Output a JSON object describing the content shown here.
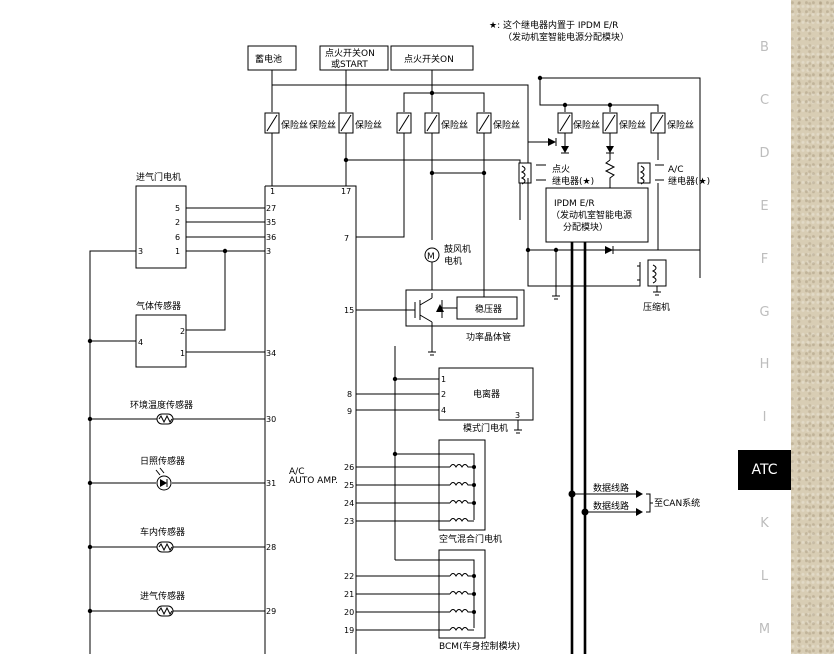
{
  "note": {
    "line1": "★: 这个继电器内置于 IPDM E/R",
    "line2": "（发动机室智能电源分配模块）"
  },
  "power": {
    "battery": "蓄电池",
    "ign_on_start_1": "点火开关ON",
    "ign_on_start_2": "或START",
    "ign_on": "点火开关ON"
  },
  "fuse_label": "保险丝",
  "components": {
    "intake_door_motor": "进气门电机",
    "gas_sensor": "气体传感器",
    "ambient_sensor": "环境温度传感器",
    "sunload_sensor": "日照传感器",
    "incar_sensor": "车内传感器",
    "intake_sensor": "进气传感器",
    "amp_1": "A/C",
    "amp_2": "AUTO AMP.",
    "blower_1": "鼓风机",
    "blower_2": "电机",
    "regulator": "稳压器",
    "power_transistor": "功率晶体管",
    "ionizer": "电离器",
    "mode_door_motor": "模式门电机",
    "air_mix_motor": "空气混合门电机",
    "bcm": "BCM(车身控制模块)",
    "ign_relay_1": "点火",
    "ign_relay_2": "继电器(★)",
    "ac_relay_1": "A/C",
    "ac_relay_2": "继电器(★)",
    "ipdm_1": "IPDM E/R",
    "ipdm_2": "（发动机室智能电源",
    "ipdm_3": "分配模块）",
    "compressor": "压缩机",
    "data_line_1": "数据线路",
    "data_line_2": "数据线路",
    "can_system": "至CAN系统"
  },
  "pins": {
    "p1": "1",
    "p17": "17",
    "p27": "27",
    "p35": "35",
    "p36": "36",
    "p3": "3",
    "p7": "7",
    "p34": "34",
    "p15": "15",
    "p30": "30",
    "p8": "8",
    "p9": "9",
    "p31": "31",
    "p26": "26",
    "p25": "25",
    "p24": "24",
    "p23": "23",
    "p28": "28",
    "p22": "22",
    "p21": "21",
    "p20": "20",
    "p19": "19",
    "p29": "29",
    "im5": "5",
    "im2": "2",
    "im6": "6",
    "im3": "3",
    "im1": "1",
    "gs2": "2",
    "gs4": "4",
    "gs1": "1",
    "io1": "1",
    "io2": "2",
    "io4": "4",
    "io3": "3"
  },
  "sidebar": {
    "tabs": [
      "B",
      "C",
      "D",
      "E",
      "F",
      "G",
      "H",
      "I",
      "ATC",
      "K",
      "L",
      "M"
    ],
    "active": "ATC"
  }
}
